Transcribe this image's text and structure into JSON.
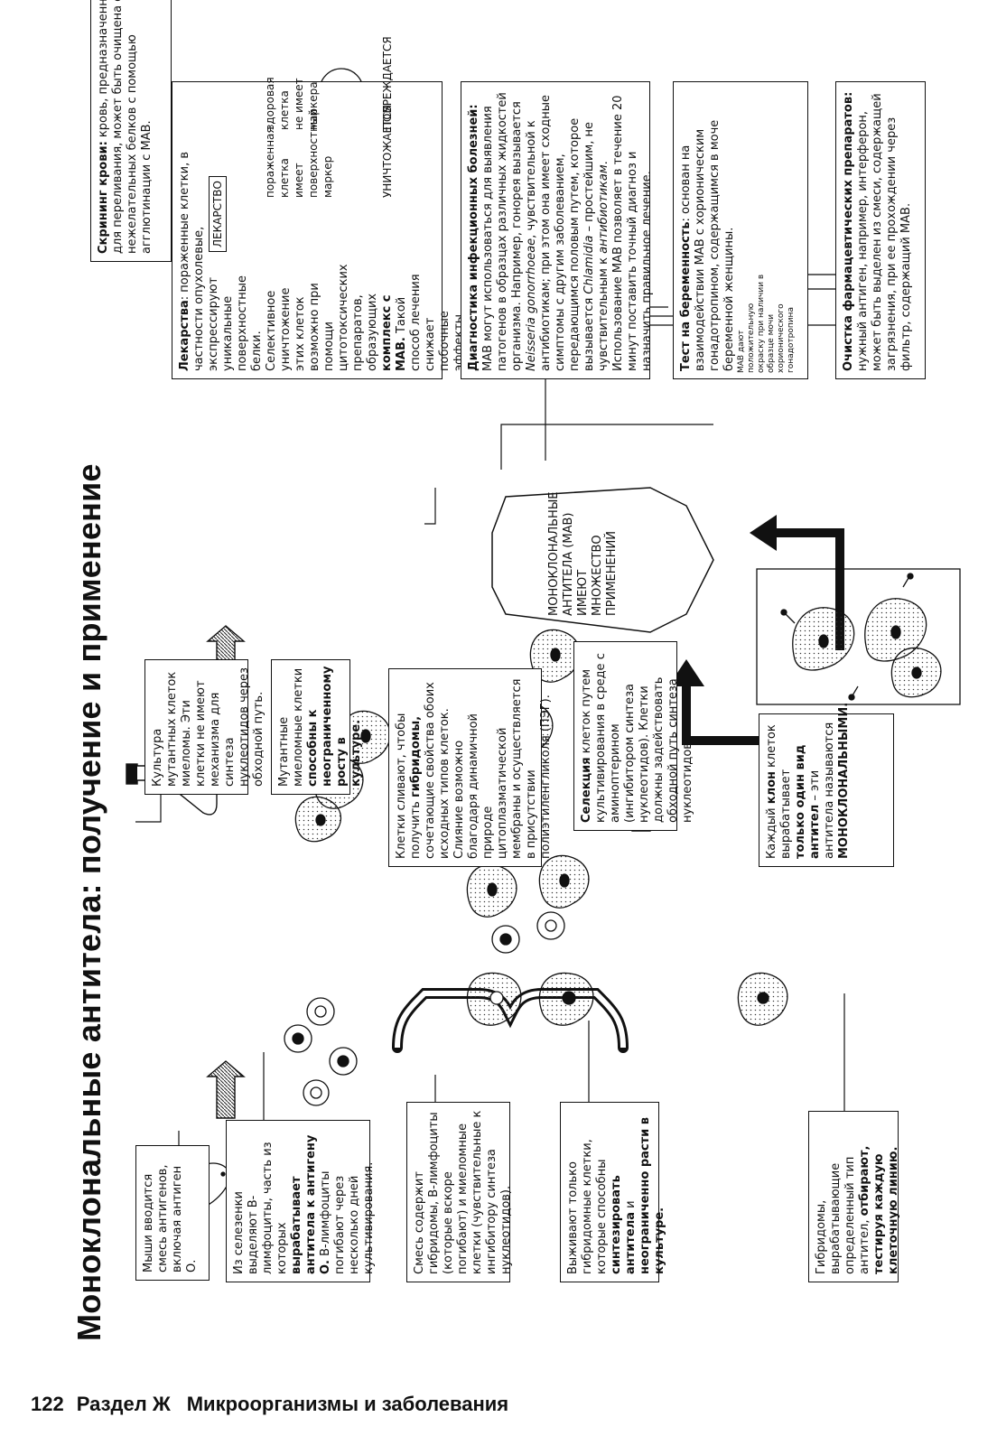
{
  "title": "Моноклональные антитела: получение и применение",
  "footer": {
    "page": "122",
    "section": "Раздел Ж",
    "chapter": "Микроорганизмы и заболевания"
  },
  "steps": {
    "s1": "Мыши вводится смесь антигенов, включая антиген О.",
    "s2a": "Из селезенки выделяют В-лимфоциты, часть из которых ",
    "s2b": "вырабатывает антитела к антигену О.",
    "s2c": " В-лимфоциты погибают через несколько дней культивирования.",
    "s3": "Смесь содержит гибридомы, В-лимфоциты (которые вскоре погибают) и миеломные клетки (чувствительные к ингибитору синтеза нуклеотидов).",
    "s4a": "Выживают только гибридомные клетки, которые способны ",
    "s4b": "синтезировать антитела",
    "s4c": " и ",
    "s4d": "неограниченно расти в культуре.",
    "s5a": "Гибридомы, вырабатывающие определенный тип антител, ",
    "s5b": "отбирают, тестируя каждую клеточную линию.",
    "s6": "Культура мутантных клеток миеломы. Эти клетки не имеют механизма для синтеза нуклеотидов через обходной путь.",
    "s7a": "Мутантные миеломные клетки ",
    "s7b": "способны к неограниченному росту в культуре.",
    "s8a": "Клетки сливают, чтобы получить ",
    "s8b": "гибридомы,",
    "s8c": " сочетающие свойства обоих исходных типов клеток. Слияние возможно благодаря динамичной природе цитоплазматической мембраны и осуществляется в присутствии полиэтиленгликоля (ПЭГ).",
    "s9a": "Селекция",
    "s9b": " клеток путем культивирования в среде с аминоптерином (ингибитором синтеза нуклеотидов). Клетки должны задействовать обходной путь синтеза нуклеотидов.",
    "s10a": "Каждый ",
    "s10b": "клон",
    "s10c": " клеток вырабатывает ",
    "s10d": "только один вид антител",
    "s10e": " – эти антитела называются ",
    "s10f": "МОНОКЛОНАЛЬНЫМИ."
  },
  "center_label": "МОНОКЛОНАЛЬНЫЕ АНТИТЕЛА (МАВ) ИМЕЮТ МНОЖЕСТВО ПРИМЕНЕНИЙ",
  "apps": {
    "blood_h": "Скрининг крови:",
    "blood": " кровь, предназначенная для переливания, может быть очищена от нежелательных белков с помощью агглютинации с МАВ.",
    "drugs_h": "Лекарства",
    "drugs1": ": пораженные клетки, в частности опухолевые,",
    "drugs2": "экспрессируют уникальные поверхностные белки. Селективное уничтожение этих клеток возможно при помощи цитотоксических препаратов, образующих ",
    "drugs3": "комплекс с МАВ.",
    "drugs4": " Такой способ лечения снижает побочные эффекты химиотерапии рака.",
    "drug_label": "ЛЕКАРСТВО",
    "cell_bad": "пораженная клетка имеет поверхностный маркер",
    "cell_ok": "здоровая клетка не имеет маркера",
    "destroyed": "УНИЧТОЖАЕТСЯ",
    "not_damaged": "ПОВРЕЖДАЕТСЯ",
    "diag_h": "Диагностика инфекционных болезней:",
    "diag1": " МАВ могут использоваться для выявления патогенов в образцах различных жидкостей организма. Например, гонорея вызывается ",
    "diag_sp1": "Neisseria gonorrhoeae",
    "diag2": ", чувствительной к антибиотикам; при этом она имеет сходные симптомы с другим заболеванием, передающимся половым путем, которое вызывается ",
    "diag_sp2": "Chlamidia",
    "diag3": " – простейшим, не чувствительным к ",
    "diag_sp3": "антибиотикам",
    "diag4": ". Использование МАВ позволяет в течение 20 минут поставить точный диагноз и назначить правильное лечение.",
    "preg_h": "Тест на беременность",
    "preg1": ": основан на взаимодействии МАВ с хорионическим гонадотропином, содержащимся в моче беременной женщины.",
    "preg_small": "МАВ дают положительную окраску при наличии в образце мочи хорионического гонадотропина",
    "purif_h": "Очистка фармацевтических препаратов:",
    "purif": " нужный антиген, например, интерферон, может быть выделен из смеси, содержащей загрязнения, при ее прохождении через фильтр, содержащий МАВ."
  }
}
